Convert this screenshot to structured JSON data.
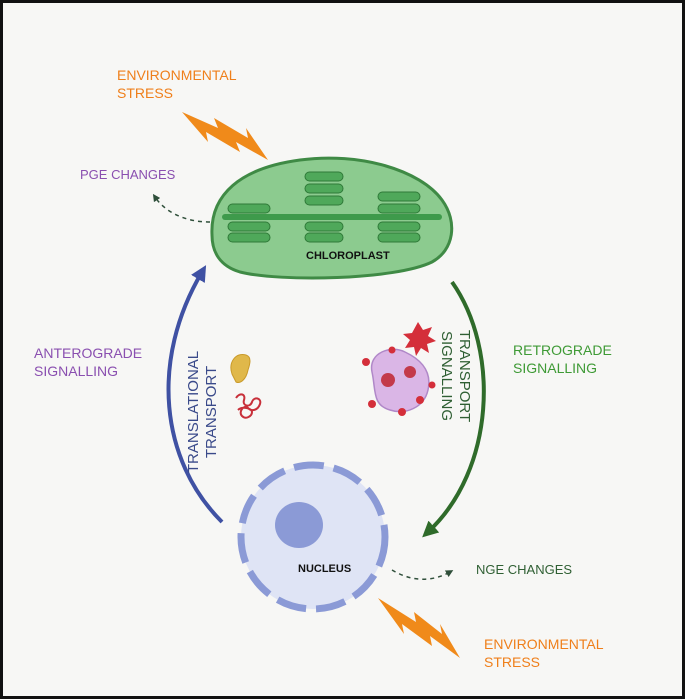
{
  "top_stress": {
    "line1": "ENVIRONMENTAL",
    "line2": "STRESS"
  },
  "bottom_stress": {
    "line1": "ENVIRONMENTAL",
    "line2": "STRESS"
  },
  "pge_changes": "PGE CHANGES",
  "nge_changes": "NGE CHANGES",
  "chloroplast_label": "CHLOROPLAST",
  "nucleus_label": "NUCLEUS",
  "anterograde": {
    "line1": "ANTEROGRADE",
    "line2": "SIGNALLING"
  },
  "retrograde": {
    "line1": "RETROGRADE",
    "line2": "SIGNALLING"
  },
  "translational": {
    "line1": "TRANSLATIONAL",
    "line2": "TRANSPORT"
  },
  "transport_signalling": {
    "line1": "TRANSPORT",
    "line2": "SIGNALLING"
  },
  "colors": {
    "stress": "#ef7f1a",
    "anterograde": "#8a4fb0",
    "retrograde": "#3e9a35",
    "anterograde_arrow": "#3f51a3",
    "retrograde_arrow": "#2f6b2a",
    "chloroplast": "#8ccb8f",
    "thylakoid": "#3e9a4b",
    "nucleus": "#dfe4f5",
    "nucleolus": "#8b9ad6"
  }
}
